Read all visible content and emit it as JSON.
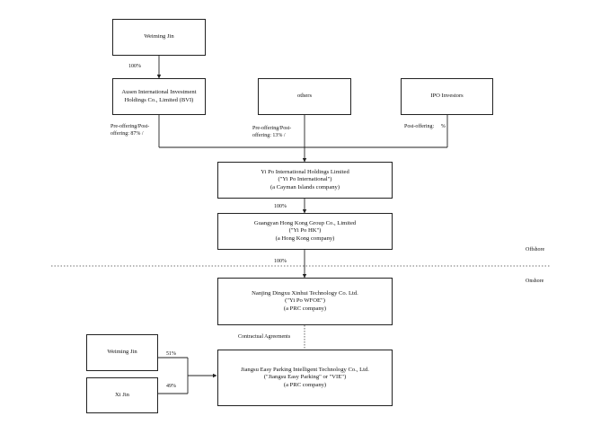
{
  "entities": {
    "weiming_jin_top": {
      "lines": [
        "Weiming Jin"
      ]
    },
    "ausen": {
      "lines": [
        "Ausen International Investment",
        "Holdings Co., Limited (BVI)"
      ]
    },
    "others": {
      "lines": [
        "others"
      ]
    },
    "ipo_investors": {
      "lines": [
        "IPO Investors"
      ]
    },
    "yi_po_international": {
      "lines": [
        "Yi Po International Holdings Limited",
        "(\"Yi Po International\")",
        "(a Cayman Islands company)"
      ]
    },
    "guangyan_hk": {
      "lines": [
        "Guangyan Hong Kong Group Co., Limited",
        "(\"Yi Po HK\")",
        "(a Hong Kong company)"
      ]
    },
    "nanjing_wfoe": {
      "lines": [
        "Nanjing Dingxu Xinhui Technology Co. Ltd.",
        "(\"Yi Po WFOE\")",
        "(a PRC company)"
      ]
    },
    "weiming_jin_bottom": {
      "lines": [
        "Weiming Jin"
      ]
    },
    "xi_jin": {
      "lines": [
        "Xi Jin"
      ]
    },
    "jiangsu_vie": {
      "lines": [
        "Jiangsu Easy Parking Intelligent Technology Co., Ltd.",
        "(\"Jiangsu Easy Parking\" or \"VIE\")",
        "(a PRC company)"
      ]
    }
  },
  "labels": {
    "weiming_to_ausen": "100%",
    "ausen_stake": [
      "Pre-offering/Post-",
      "offering:  87% /"
    ],
    "others_stake": [
      "Pre-offering/Post-",
      "offering: 13% /"
    ],
    "ipo_stake": "Post-offering:     %",
    "international_to_hk": "100%",
    "hk_to_wfoe": "100%",
    "contractual": "Contractual Agreements",
    "weiming_vie": "51%",
    "xi_jin_vie": "49%"
  },
  "regions": {
    "offshore": "Offshore",
    "onshore": "Onshore"
  }
}
